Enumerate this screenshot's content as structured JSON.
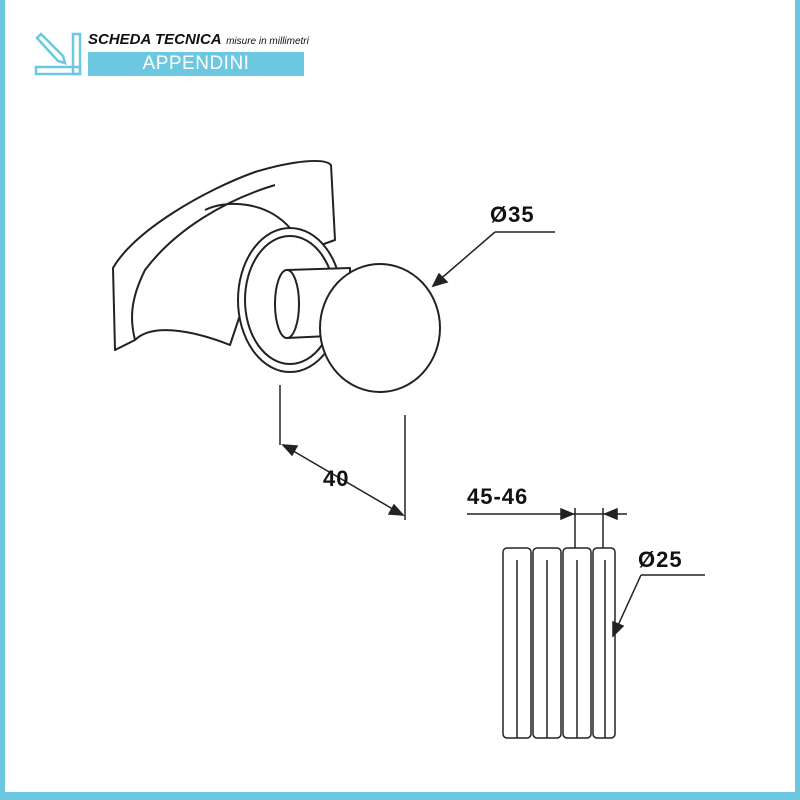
{
  "header": {
    "title": "SCHEDA TECNICA",
    "subtitle": "misure in millimetri",
    "product": "APPENDINI"
  },
  "dimensions": {
    "knob_diameter": "Ø35",
    "depth": "40",
    "tube_spacing": "45-46",
    "tube_diameter": "Ø25"
  },
  "colors": {
    "accent": "#6cc8e0"
  }
}
